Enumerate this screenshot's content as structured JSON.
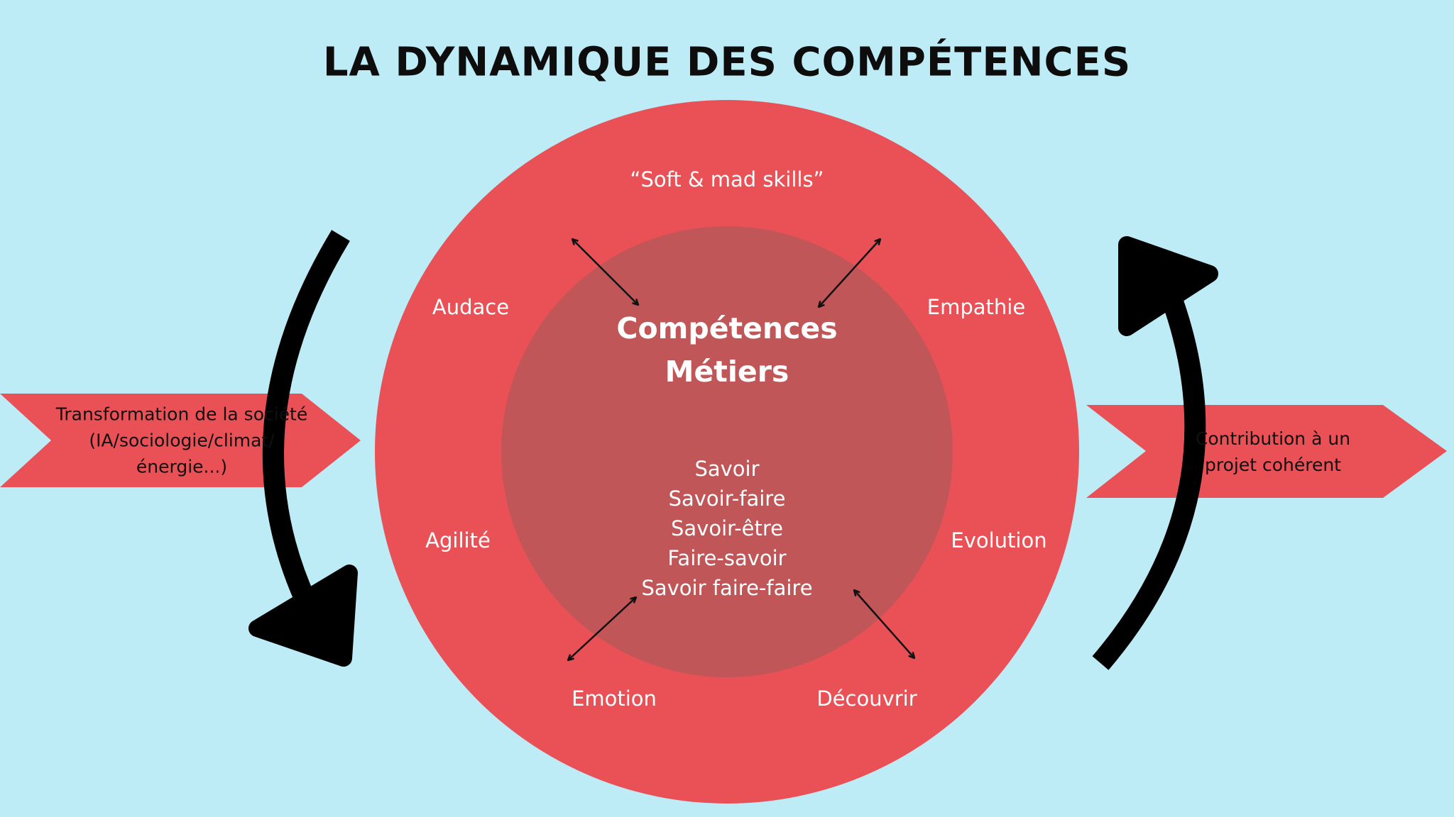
{
  "title": "LA DYNAMIQUE DES COMPÉTENCES",
  "outer_ring": {
    "top_label": "“Soft & mad skills”",
    "left_words": [
      "Audace",
      "Agilité"
    ],
    "right_words": [
      "Empathie",
      "Evolution"
    ],
    "bottom_words": [
      "Emotion",
      "Découvrir"
    ]
  },
  "center": {
    "title_lines": [
      "Compétences",
      "Métiers"
    ],
    "savoir_items": [
      "Savoir",
      "Savoir-faire",
      "Savoir-être",
      "Faire-savoir",
      "Savoir faire-faire"
    ]
  },
  "left_banner": {
    "lines": [
      "Transformation de la société",
      "(IA/sociologie/climat/",
      "énergie...)"
    ]
  },
  "right_banner": {
    "lines": [
      "Contribution à un",
      "projet cohérent"
    ]
  },
  "colors": {
    "background": "#bdecf7",
    "outer_ring": "#e95156",
    "inner_circle": "#c05657",
    "banner": "#e95156",
    "curved_arrow": "#000000",
    "title_text": "#0d0d0d"
  }
}
